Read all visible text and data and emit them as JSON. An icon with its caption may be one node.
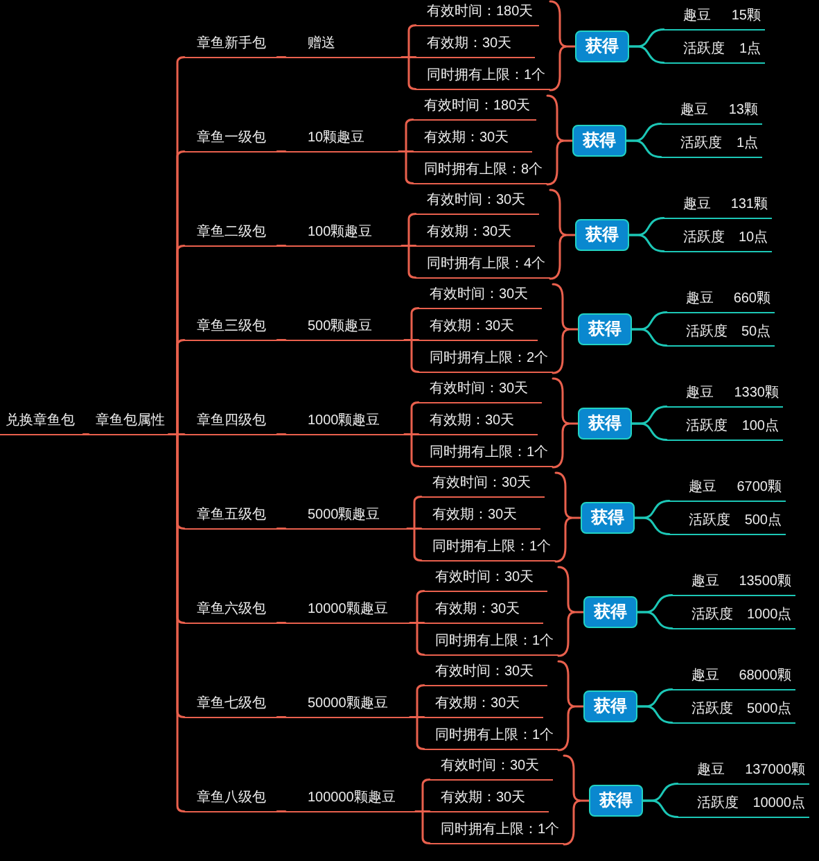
{
  "diagram": {
    "nodes": [
      {
        "text": [
          "兑换章鱼包"
        ]
      },
      {
        "text": [
          "章鱼包属性"
        ]
      },
      {
        "text": [
          "章鱼新手包"
        ]
      },
      {
        "text": [
          "赠送"
        ]
      },
      {
        "text": [
          "有效时间：180天"
        ]
      },
      {
        "text": [
          "有效期：30天"
        ]
      },
      {
        "text": [
          "同时拥有上限：1个"
        ]
      },
      {
        "text": [
          "获得"
        ]
      },
      {
        "text": [
          "趣豆",
          "15颗"
        ]
      },
      {
        "text": [
          "活跃度",
          "1点"
        ]
      },
      {
        "text": [
          "章鱼一级包"
        ]
      },
      {
        "text": [
          "10颗趣豆"
        ]
      },
      {
        "text": [
          "有效时间：180天"
        ]
      },
      {
        "text": [
          "有效期：30天"
        ]
      },
      {
        "text": [
          "同时拥有上限：8个"
        ]
      },
      {
        "text": [
          "获得"
        ]
      },
      {
        "text": [
          "趣豆",
          "13颗"
        ]
      },
      {
        "text": [
          "活跃度",
          "1点"
        ]
      },
      {
        "text": [
          "章鱼二级包"
        ]
      },
      {
        "text": [
          "100颗趣豆"
        ]
      },
      {
        "text": [
          "有效时间：30天"
        ]
      },
      {
        "text": [
          "有效期：30天"
        ]
      },
      {
        "text": [
          "同时拥有上限：4个"
        ]
      },
      {
        "text": [
          "获得"
        ]
      },
      {
        "text": [
          "趣豆",
          "131颗"
        ]
      },
      {
        "text": [
          "活跃度",
          "10点"
        ]
      },
      {
        "text": [
          "章鱼三级包"
        ]
      },
      {
        "text": [
          "500颗趣豆"
        ]
      },
      {
        "text": [
          "有效时间：30天"
        ]
      },
      {
        "text": [
          "有效期：30天"
        ]
      },
      {
        "text": [
          "同时拥有上限：2个"
        ]
      },
      {
        "text": [
          "获得"
        ]
      },
      {
        "text": [
          "趣豆",
          "660颗"
        ]
      },
      {
        "text": [
          "活跃度",
          "50点"
        ]
      },
      {
        "text": [
          "章鱼四级包"
        ]
      },
      {
        "text": [
          "1000颗趣豆"
        ]
      },
      {
        "text": [
          "有效时间：30天"
        ]
      },
      {
        "text": [
          "有效期：30天"
        ]
      },
      {
        "text": [
          "同时拥有上限：1个"
        ]
      },
      {
        "text": [
          "获得"
        ]
      },
      {
        "text": [
          "趣豆",
          "1330颗"
        ]
      },
      {
        "text": [
          "活跃度",
          "100点"
        ]
      },
      {
        "text": [
          "章鱼五级包"
        ]
      },
      {
        "text": [
          "5000颗趣豆"
        ]
      },
      {
        "text": [
          "有效时间：30天"
        ]
      },
      {
        "text": [
          "有效期：30天"
        ]
      },
      {
        "text": [
          "同时拥有上限：1个"
        ]
      },
      {
        "text": [
          "获得"
        ]
      },
      {
        "text": [
          "趣豆",
          "6700颗"
        ]
      },
      {
        "text": [
          "活跃度",
          "500点"
        ]
      },
      {
        "text": [
          "章鱼六级包"
        ]
      },
      {
        "text": [
          "10000颗趣豆"
        ]
      },
      {
        "text": [
          "有效时间：30天"
        ]
      },
      {
        "text": [
          "有效期：30天"
        ]
      },
      {
        "text": [
          "同时拥有上限：1个"
        ]
      },
      {
        "text": [
          "获得"
        ]
      },
      {
        "text": [
          "趣豆",
          "13500颗"
        ]
      },
      {
        "text": [
          "活跃度",
          "1000点"
        ]
      },
      {
        "text": [
          "章鱼七级包"
        ]
      },
      {
        "text": [
          "50000颗趣豆"
        ]
      },
      {
        "text": [
          "有效时间：30天"
        ]
      },
      {
        "text": [
          "有效期：30天"
        ]
      },
      {
        "text": [
          "同时拥有上限：1个"
        ]
      },
      {
        "text": [
          "获得"
        ]
      },
      {
        "text": [
          "趣豆",
          "68000颗"
        ]
      },
      {
        "text": [
          "活跃度",
          "5000点"
        ]
      },
      {
        "text": [
          "章鱼八级包"
        ]
      },
      {
        "text": [
          "100000颗趣豆"
        ]
      },
      {
        "text": [
          "有效时间：30天"
        ]
      },
      {
        "text": [
          "有效期：30天"
        ]
      },
      {
        "text": [
          "同时拥有上限：1个"
        ]
      },
      {
        "text": [
          "获得"
        ]
      },
      {
        "text": [
          "趣豆",
          "137000颗"
        ]
      },
      {
        "text": [
          "活跃度",
          "10000点"
        ]
      }
    ],
    "edges": [
      {
        "from": 0,
        "to": 1,
        "arrow": "none"
      },
      {
        "from": 1,
        "to": 2,
        "arrow": "none"
      },
      {
        "from": 2,
        "to": 3,
        "arrow": "none"
      },
      {
        "from": 3,
        "to": 4,
        "arrow": "none"
      },
      {
        "from": 3,
        "to": 5,
        "arrow": "none"
      },
      {
        "from": 3,
        "to": 6,
        "arrow": "none"
      },
      {
        "from": 4,
        "to": 7,
        "arrow": "none"
      },
      {
        "from": 5,
        "to": 7,
        "arrow": "none"
      },
      {
        "from": 6,
        "to": 7,
        "arrow": "none"
      },
      {
        "from": 7,
        "to": 8,
        "arrow": "none",
        "color": "#1cc7b6"
      },
      {
        "from": 7,
        "to": 9,
        "arrow": "none",
        "color": "#1cc7b6"
      },
      {
        "from": 1,
        "to": 10,
        "arrow": "none"
      },
      {
        "from": 10,
        "to": 11,
        "arrow": "none"
      },
      {
        "from": 11,
        "to": 12,
        "arrow": "none"
      },
      {
        "from": 11,
        "to": 13,
        "arrow": "none"
      },
      {
        "from": 11,
        "to": 14,
        "arrow": "none"
      },
      {
        "from": 12,
        "to": 15,
        "arrow": "none"
      },
      {
        "from": 13,
        "to": 15,
        "arrow": "none"
      },
      {
        "from": 14,
        "to": 15,
        "arrow": "none"
      },
      {
        "from": 15,
        "to": 16,
        "arrow": "none",
        "color": "#1cc7b6"
      },
      {
        "from": 15,
        "to": 17,
        "arrow": "none",
        "color": "#1cc7b6"
      },
      {
        "from": 1,
        "to": 18,
        "arrow": "none"
      },
      {
        "from": 18,
        "to": 19,
        "arrow": "none"
      },
      {
        "from": 19,
        "to": 20,
        "arrow": "none"
      },
      {
        "from": 19,
        "to": 21,
        "arrow": "none"
      },
      {
        "from": 19,
        "to": 22,
        "arrow": "none"
      },
      {
        "from": 20,
        "to": 23,
        "arrow": "none"
      },
      {
        "from": 21,
        "to": 23,
        "arrow": "none"
      },
      {
        "from": 22,
        "to": 23,
        "arrow": "none"
      },
      {
        "from": 23,
        "to": 24,
        "arrow": "none",
        "color": "#1cc7b6"
      },
      {
        "from": 23,
        "to": 25,
        "arrow": "none",
        "color": "#1cc7b6"
      },
      {
        "from": 1,
        "to": 26,
        "arrow": "none"
      },
      {
        "from": 26,
        "to": 27,
        "arrow": "none"
      },
      {
        "from": 27,
        "to": 28,
        "arrow": "none"
      },
      {
        "from": 27,
        "to": 29,
        "arrow": "none"
      },
      {
        "from": 27,
        "to": 30,
        "arrow": "none"
      },
      {
        "from": 28,
        "to": 31,
        "arrow": "none"
      },
      {
        "from": 29,
        "to": 31,
        "arrow": "none"
      },
      {
        "from": 30,
        "to": 31,
        "arrow": "none"
      },
      {
        "from": 31,
        "to": 32,
        "arrow": "none",
        "color": "#1cc7b6"
      },
      {
        "from": 31,
        "to": 33,
        "arrow": "none",
        "color": "#1cc7b6"
      },
      {
        "from": 1,
        "to": 34,
        "arrow": "none"
      },
      {
        "from": 34,
        "to": 35,
        "arrow": "none"
      },
      {
        "from": 35,
        "to": 36,
        "arrow": "none"
      },
      {
        "from": 35,
        "to": 37,
        "arrow": "none"
      },
      {
        "from": 35,
        "to": 38,
        "arrow": "none"
      },
      {
        "from": 36,
        "to": 39,
        "arrow": "none"
      },
      {
        "from": 37,
        "to": 39,
        "arrow": "none"
      },
      {
        "from": 38,
        "to": 39,
        "arrow": "none"
      },
      {
        "from": 39,
        "to": 40,
        "arrow": "none",
        "color": "#1cc7b6"
      },
      {
        "from": 39,
        "to": 41,
        "arrow": "none",
        "color": "#1cc7b6"
      },
      {
        "from": 1,
        "to": 42,
        "arrow": "none"
      },
      {
        "from": 42,
        "to": 43,
        "arrow": "none"
      },
      {
        "from": 43,
        "to": 44,
        "arrow": "none"
      },
      {
        "from": 43,
        "to": 45,
        "arrow": "none"
      },
      {
        "from": 43,
        "to": 46,
        "arrow": "none"
      },
      {
        "from": 44,
        "to": 47,
        "arrow": "none"
      },
      {
        "from": 45,
        "to": 47,
        "arrow": "none"
      },
      {
        "from": 46,
        "to": 47,
        "arrow": "none"
      },
      {
        "from": 47,
        "to": 48,
        "arrow": "none",
        "color": "#1cc7b6"
      },
      {
        "from": 47,
        "to": 49,
        "arrow": "none",
        "color": "#1cc7b6"
      },
      {
        "from": 1,
        "to": 50,
        "arrow": "none"
      },
      {
        "from": 50,
        "to": 51,
        "arrow": "none"
      },
      {
        "from": 51,
        "to": 52,
        "arrow": "none"
      },
      {
        "from": 51,
        "to": 53,
        "arrow": "none"
      },
      {
        "from": 51,
        "to": 54,
        "arrow": "none"
      },
      {
        "from": 52,
        "to": 55,
        "arrow": "none"
      },
      {
        "from": 53,
        "to": 55,
        "arrow": "none"
      },
      {
        "from": 54,
        "to": 55,
        "arrow": "none"
      },
      {
        "from": 55,
        "to": 56,
        "arrow": "none",
        "color": "#1cc7b6"
      },
      {
        "from": 55,
        "to": 57,
        "arrow": "none",
        "color": "#1cc7b6"
      },
      {
        "from": 1,
        "to": 58,
        "arrow": "none"
      },
      {
        "from": 58,
        "to": 59,
        "arrow": "none"
      },
      {
        "from": 59,
        "to": 60,
        "arrow": "none"
      },
      {
        "from": 59,
        "to": 61,
        "arrow": "none"
      },
      {
        "from": 59,
        "to": 62,
        "arrow": "none"
      },
      {
        "from": 60,
        "to": 63,
        "arrow": "none"
      },
      {
        "from": 61,
        "to": 63,
        "arrow": "none"
      },
      {
        "from": 62,
        "to": 63,
        "arrow": "none"
      },
      {
        "from": 63,
        "to": 64,
        "arrow": "none",
        "color": "#1cc7b6"
      },
      {
        "from": 63,
        "to": 65,
        "arrow": "none",
        "color": "#1cc7b6"
      },
      {
        "from": 1,
        "to": 66,
        "arrow": "none"
      },
      {
        "from": 66,
        "to": 67,
        "arrow": "none"
      },
      {
        "from": 67,
        "to": 68,
        "arrow": "none"
      },
      {
        "from": 67,
        "to": 69,
        "arrow": "none"
      },
      {
        "from": 67,
        "to": 70,
        "arrow": "none"
      },
      {
        "from": 68,
        "to": 71,
        "arrow": "none"
      },
      {
        "from": 69,
        "to": 71,
        "arrow": "none"
      },
      {
        "from": 70,
        "to": 71,
        "arrow": "none"
      },
      {
        "from": 71,
        "to": 72,
        "arrow": "none",
        "color": "#1cc7b6"
      },
      {
        "from": 71,
        "to": 73,
        "arrow": "none",
        "color": "#1cc7b6"
      }
    ]
  }
}
